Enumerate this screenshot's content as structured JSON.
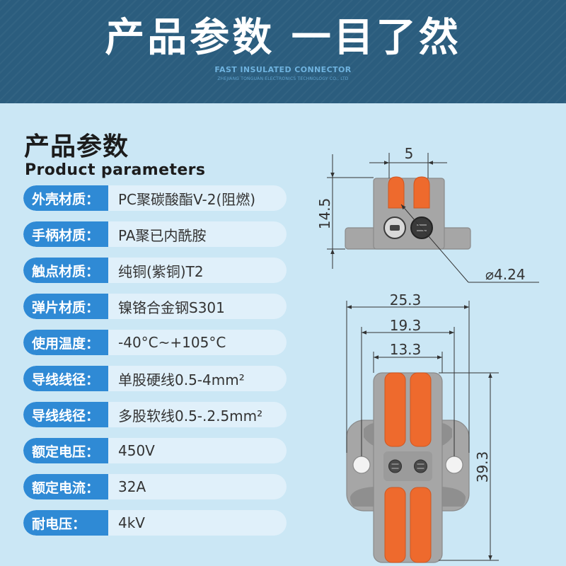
{
  "colors": {
    "banner": "#2b5d7e",
    "background": "#cbe7f5",
    "label_pill": "#2f8ad5",
    "value_pill": "#e0f0fa",
    "lever_orange": "#ee6a2d",
    "housing_gray": "#a6a6a6"
  },
  "banner": {
    "title": "产品参数 一目了然",
    "subtitle": "FAST INSULATED CONNECTOR",
    "company": "ZHEJIANG TONGUAN ELECTRONICS TECHNOLOGY CO., LTD"
  },
  "section": {
    "title_cn": "产品参数",
    "title_en": "Product parameters"
  },
  "params": [
    {
      "label": "外壳材质：",
      "value": "PC聚碳酸酯V-2(阻燃)"
    },
    {
      "label": "手柄材质：",
      "value": "PA聚已内酰胺"
    },
    {
      "label": "触点材质：",
      "value": "纯铜(紫铜)T2"
    },
    {
      "label": "弹片材质：",
      "value": "镍铬合金钢S301"
    },
    {
      "label": "使用温度：",
      "value": "-40°C~+105°C"
    },
    {
      "label": "导线线径：",
      "value": "单股硬线0.5-4mm²"
    },
    {
      "label": "导线线径：",
      "value": "多股软线0.5-.2.5mm²"
    },
    {
      "label": "额定电压：",
      "value": "450V"
    },
    {
      "label": "额定电流：",
      "value": "32A"
    },
    {
      "label": "耐电压：",
      "value": "4kV"
    }
  ],
  "drawing": {
    "side": {
      "width": "5",
      "height": "14.5",
      "hole_diameter": "⌀4.24"
    },
    "top": {
      "overall_width": "25.3",
      "hole_spacing": "19.3",
      "body_width": "13.3",
      "length": "39.3"
    }
  }
}
